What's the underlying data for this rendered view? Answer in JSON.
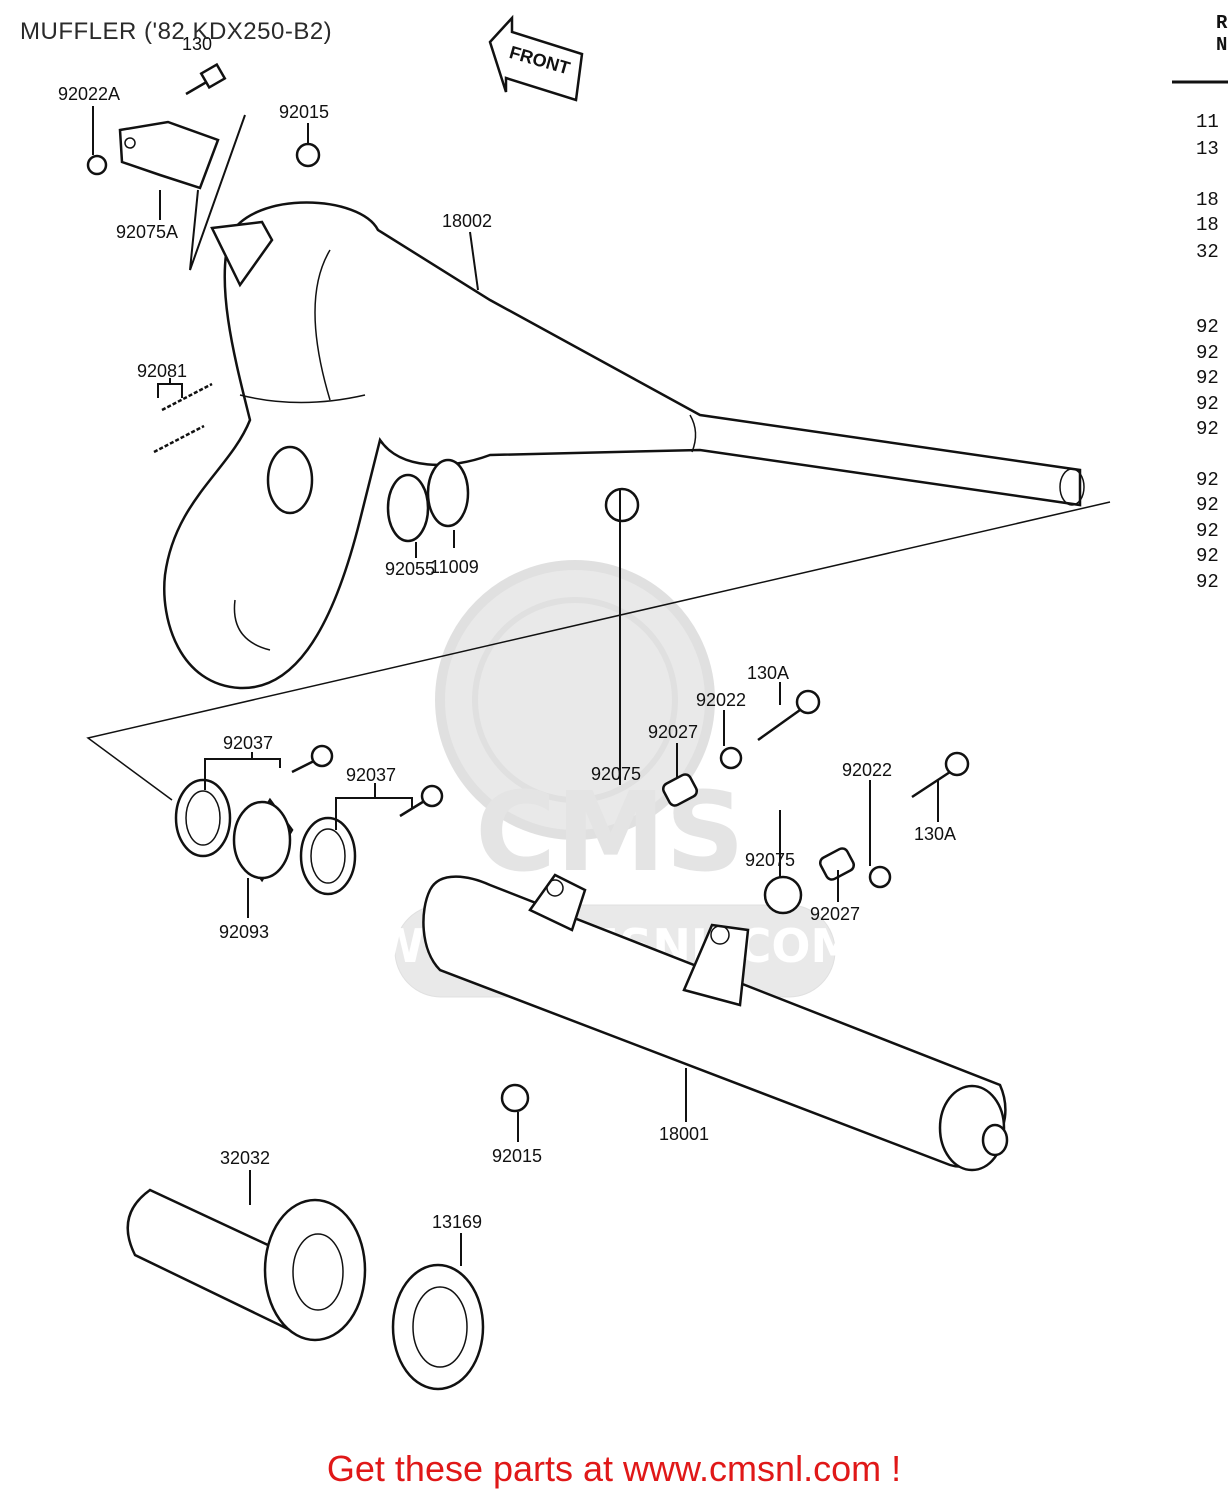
{
  "title": "MUFFLER ('82 KDX250-B2)",
  "direction_label": "FRONT",
  "watermark": {
    "brand": "CMS",
    "url": "WWW.CMSNL.COM"
  },
  "footer": "Get these parts at www.cmsnl.com !",
  "callouts": {
    "c130": "130",
    "c92022A": "92022A",
    "c92015_top": "92015",
    "c92075A": "92075A",
    "c18002": "18002",
    "c92081": "92081",
    "c11009": "11009",
    "c92055": "92055",
    "c130A_top": "130A",
    "c92022_top": "92022",
    "c92027_top": "92027",
    "c92075_top": "92075",
    "c92037_left": "92037",
    "c92037_right": "92037",
    "c92022_right": "92022",
    "c130A_right": "130A",
    "c92075_mid": "92075",
    "c92027_mid": "92027",
    "c92093": "92093",
    "c18001": "18001",
    "c92015_bottom": "92015",
    "c32032": "32032",
    "c13169": "13169"
  },
  "side_index": {
    "header": [
      "R",
      "N"
    ],
    "rows": [
      "11",
      "13",
      "18",
      "18",
      "32",
      "92",
      "92",
      "92",
      "92",
      "92",
      "92",
      "92",
      "92",
      "92",
      "92"
    ]
  },
  "colors": {
    "footer": "#e01818",
    "watermark": "#d8d8d8",
    "line": "#111111"
  }
}
